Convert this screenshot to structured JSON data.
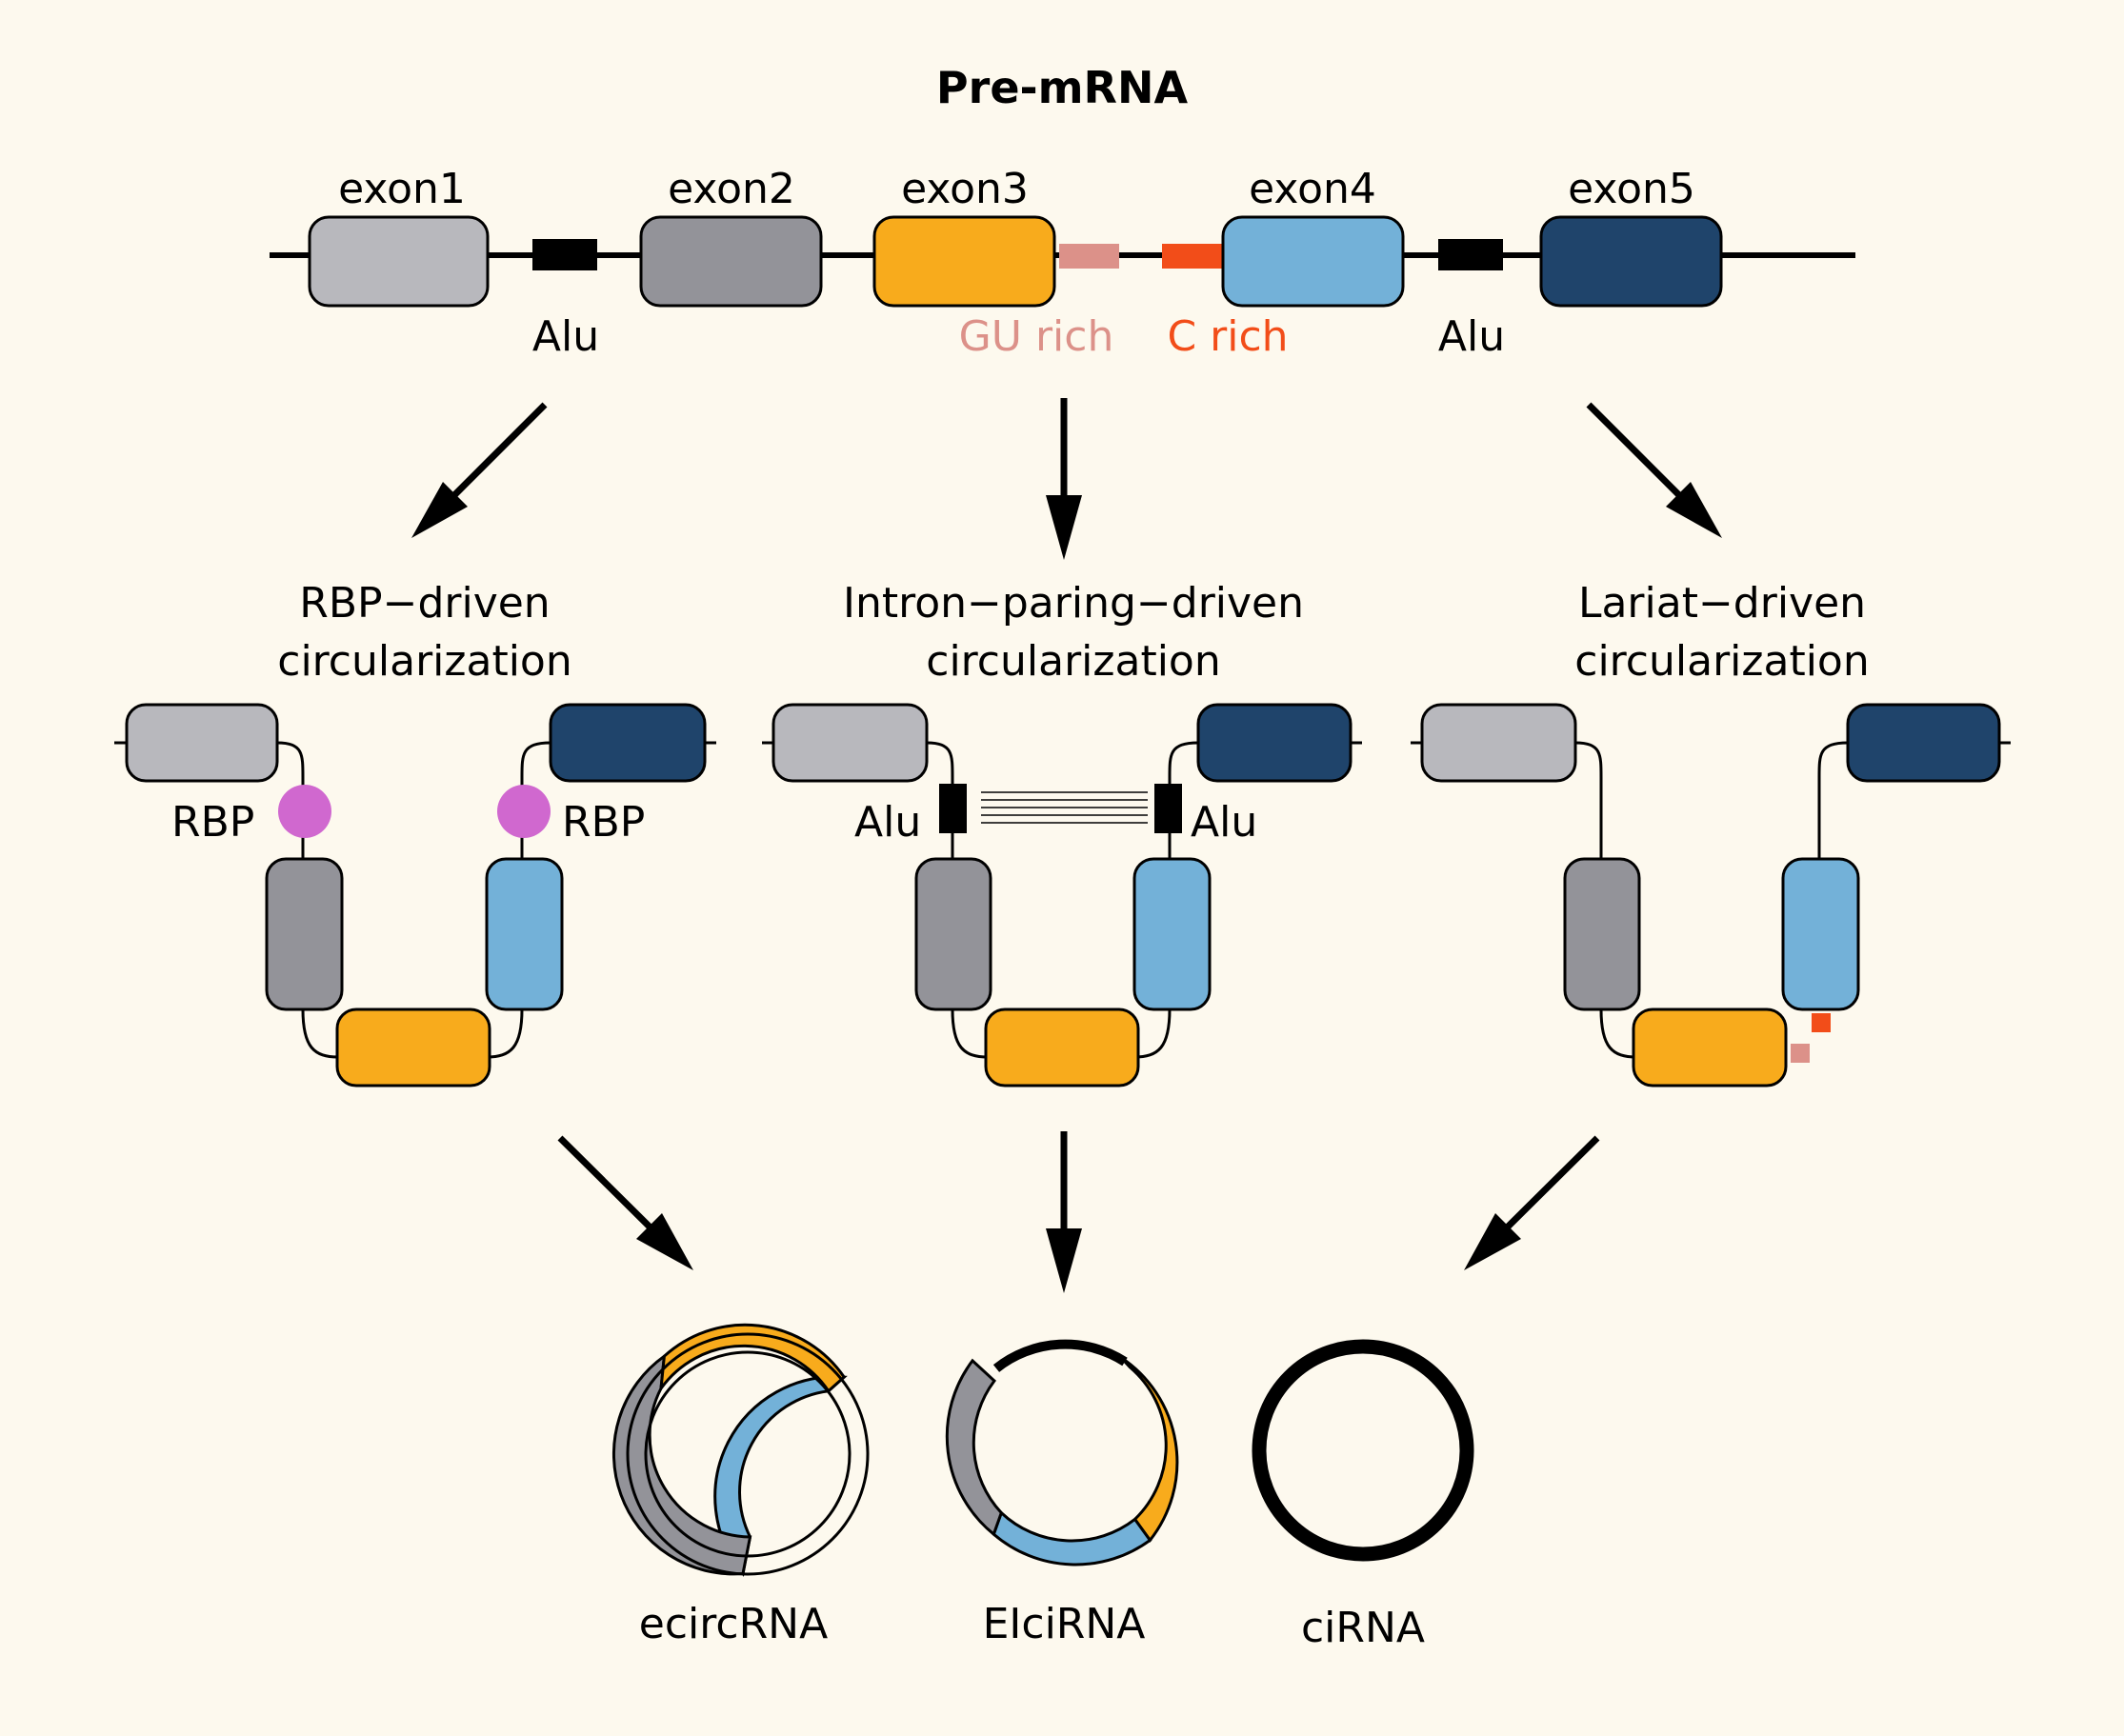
{
  "title": "Pre-mRNA",
  "exon_labels": [
    "exon1",
    "exon2",
    "exon3",
    "exon4",
    "exon5"
  ],
  "intron_labels": {
    "alu_left": "Alu",
    "gu_rich": "GU rich",
    "c_rich": "C rich",
    "alu_right": "Alu"
  },
  "mechanisms": [
    {
      "line1": "RBP−driven",
      "line2": "circularization",
      "protein_label": "RBP"
    },
    {
      "line1": "Intron−paring−driven",
      "line2": "circularization",
      "element_label": "Alu"
    },
    {
      "line1": "Lariat−driven",
      "line2": "circularization"
    }
  ],
  "products": [
    "ecircRNA",
    "EIciRNA",
    "ciRNA"
  ],
  "colors": {
    "background": "#fdf9ee",
    "exon1": "#b8b8bd",
    "exon2": "#939399",
    "exon3": "#f8ab1c",
    "exon4": "#73b1d8",
    "exon5": "#1f446b",
    "gu_rich": "#dc9189",
    "c_rich": "#f24d19",
    "rbp": "#d068cf",
    "alu": "#000000"
  }
}
